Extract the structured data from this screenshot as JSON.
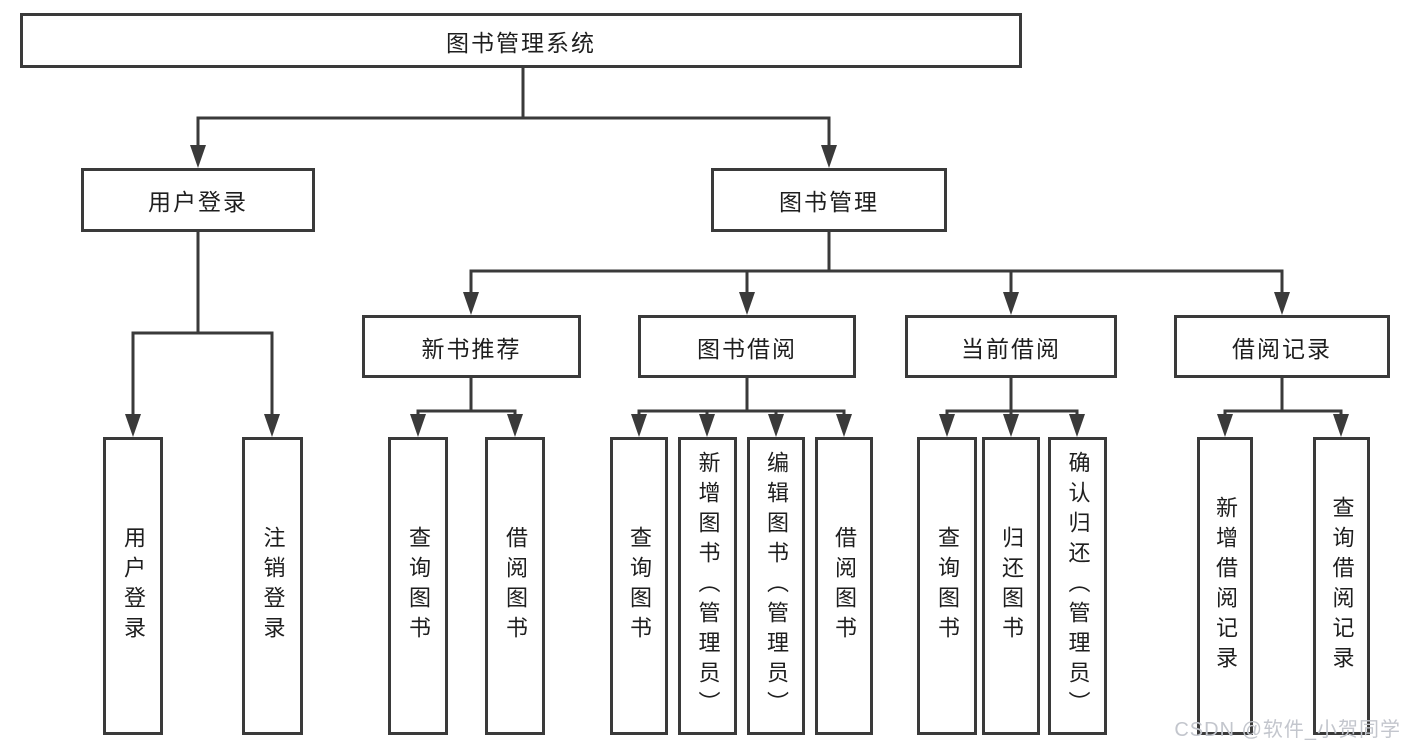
{
  "diagram": {
    "root": {
      "label": "图书管理系统"
    },
    "level1": [
      {
        "label": "用户登录"
      },
      {
        "label": "图书管理"
      }
    ],
    "level2": [
      {
        "label": "新书推荐"
      },
      {
        "label": "图书借阅"
      },
      {
        "label": "当前借阅"
      },
      {
        "label": "借阅记录"
      }
    ],
    "leaves": [
      {
        "label": "用户登录"
      },
      {
        "label": "注销登录"
      },
      {
        "label": "查询图书"
      },
      {
        "label": "借阅图书"
      },
      {
        "label": "查询图书"
      },
      {
        "label": "新增图书（管理员）"
      },
      {
        "label": "编辑图书（管理员）"
      },
      {
        "label": "借阅图书"
      },
      {
        "label": "查询图书"
      },
      {
        "label": "归还图书"
      },
      {
        "label": "确认归还（管理员）"
      },
      {
        "label": "新增借阅记录"
      },
      {
        "label": "查询借阅记录"
      }
    ],
    "colors": {
      "line": "#3a3a3a",
      "text": "#1e1e1e",
      "background": "#ffffff",
      "watermark": "#c3c6cd"
    }
  },
  "watermark": {
    "text": "CSDN @软件_小贺同学"
  }
}
